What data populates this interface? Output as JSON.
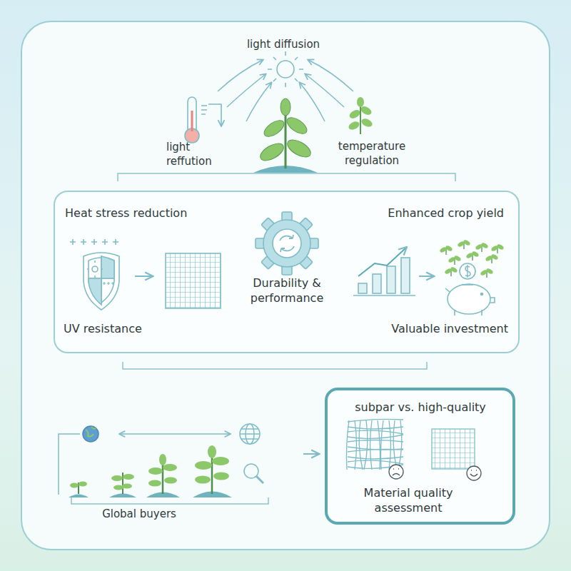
{
  "diagram": {
    "nodes": [
      {
        "text": [
          "Heat stress reduction",
          "Durability & performance",
          "Enhanced crop yield",
          "UV resistance",
          "Valuable investment"
        ]
      },
      {
        "text": [
          "subpar vs. high-quality",
          "Material quality assessment"
        ]
      }
    ],
    "labels": [
      "light diffusion",
      "light reffution",
      "temperature regulation",
      "Global buyers"
    ]
  }
}
